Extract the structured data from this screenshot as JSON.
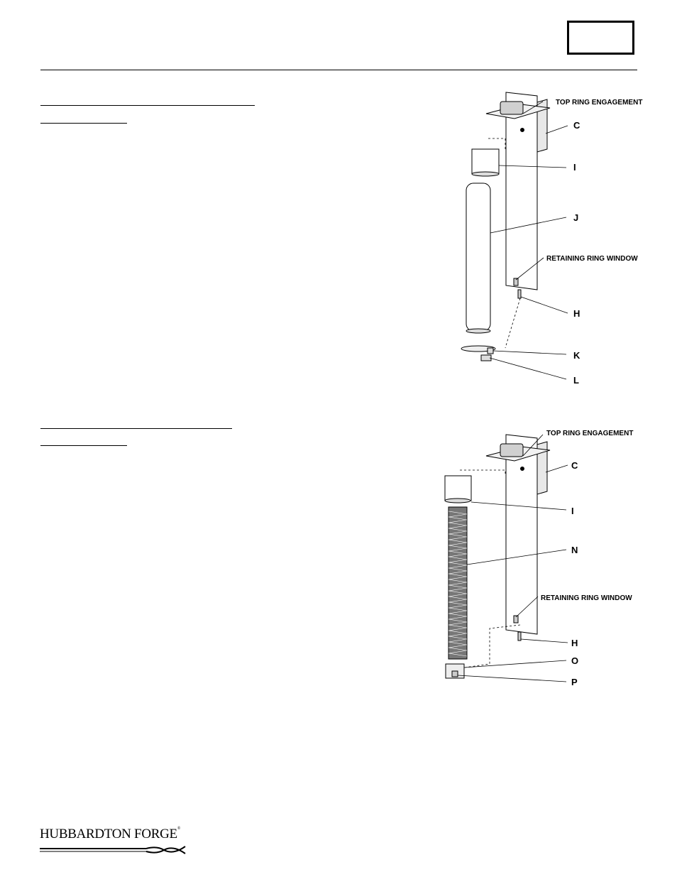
{
  "diagram_top": {
    "callouts": {
      "top_ring": "TOP RING ENGAGEMENT",
      "c": "C",
      "i": "I",
      "j": "J",
      "retaining": "RETAINING RING WINDOW",
      "h": "H",
      "k": "K",
      "l": "L"
    }
  },
  "diagram_bottom": {
    "callouts": {
      "top_ring": "TOP RING ENGAGEMENT",
      "c": "C",
      "i": "I",
      "n": "N",
      "retaining": "RETAINING RING WINDOW",
      "h": "H",
      "o": "O",
      "p": "P"
    }
  },
  "footer": {
    "logo_text": "HUBBARDTON FORGE",
    "logo_mark": "®"
  }
}
